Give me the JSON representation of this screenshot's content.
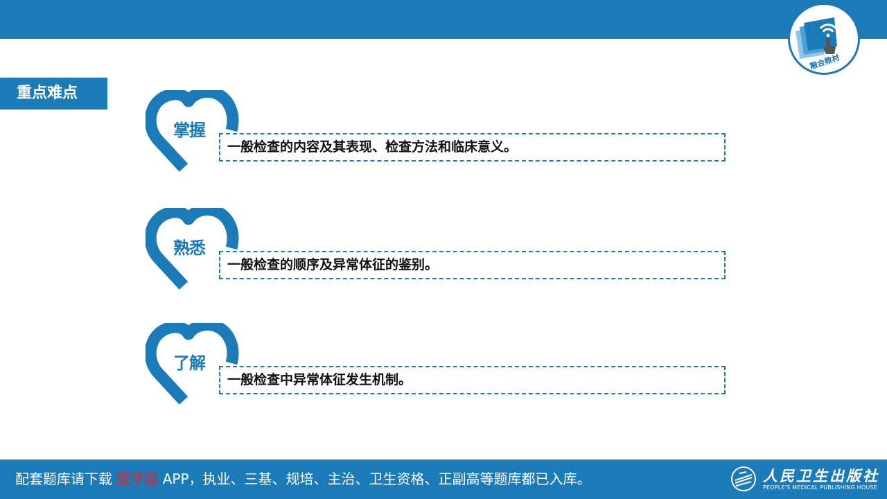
{
  "header": {
    "logo": {
      "icon": "tablet-touch-wifi-icon",
      "text": "融合教材"
    }
  },
  "section_tag": "重点难点",
  "items": [
    {
      "label": "掌握",
      "text": "一般检查的内容及其表现、检查方法和临床意义。"
    },
    {
      "label": "熟悉",
      "text": "一般检查的顺序及异常体征的鉴别。"
    },
    {
      "label": "了解",
      "text": "一般检查中异常体征发生机制。"
    }
  ],
  "footer": {
    "text_before": "配套题库请下载 ",
    "highlight": "医学猫",
    "text_after": " APP，执业、三基、规培、主治、卫生资格、正副高等题库都已入库。",
    "publisher_name": "人民卫生出版社",
    "publisher_en": "PEOPLE'S MEDICAL PUBLISHING HOUSE",
    "publisher_icon": "publisher-logo-icon"
  },
  "colors": {
    "brand": "#1b7ab8",
    "highlight": "#e8222a"
  }
}
